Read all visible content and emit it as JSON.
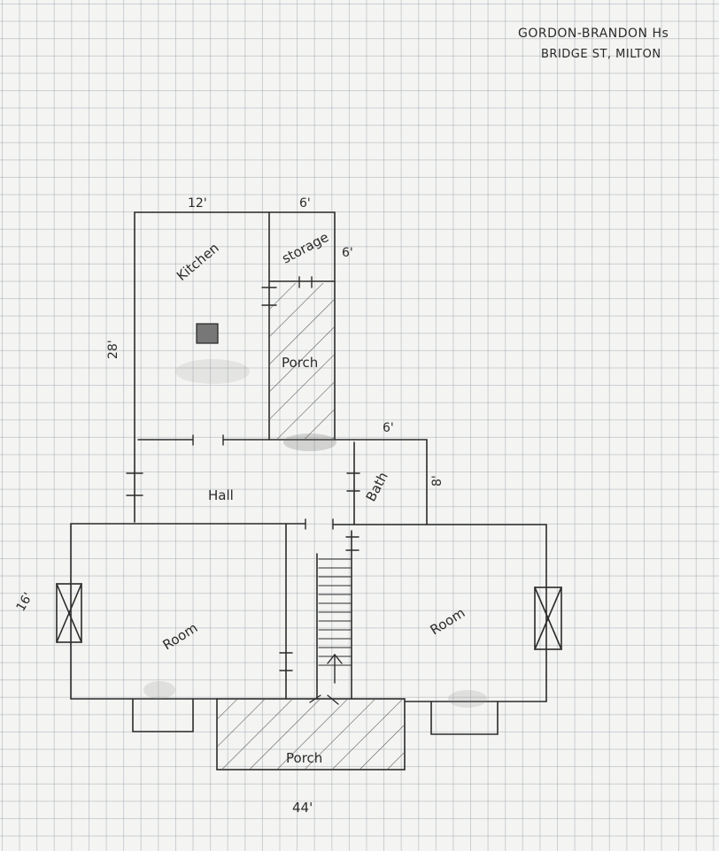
{
  "header": {
    "line1": "GORDON-BRANDON Hs",
    "line2": "BRIDGE ST, MILTON"
  },
  "rooms": {
    "kitchen": "Kitchen",
    "storage": "storage",
    "back_porch": "Porch",
    "hall": "Hall",
    "bath": "Bath",
    "left_room": "Room",
    "right_room": "Room",
    "front_porch": "Porch"
  },
  "dimensions": {
    "kitchen_width": "12'",
    "storage_width": "6'",
    "storage_depth": "6'",
    "kitchen_depth": "28'",
    "bath_width": "6'",
    "bath_depth": "8'",
    "room_depth": "16'",
    "total_width": "44'"
  }
}
